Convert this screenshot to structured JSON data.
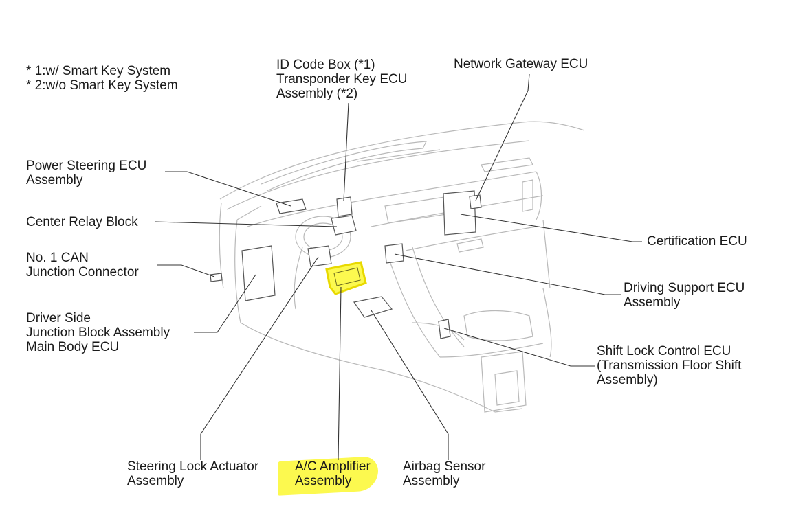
{
  "notes": {
    "line1": "* 1:w/ Smart Key System",
    "line2": "* 2:w/o Smart Key System"
  },
  "labels": {
    "id_code_box": [
      "ID Code Box (*1)",
      "Transponder Key ECU",
      "Assembly (*2)"
    ],
    "network_gateway": [
      "Network Gateway ECU"
    ],
    "power_steering": [
      "Power Steering ECU",
      "Assembly"
    ],
    "center_relay": [
      "Center Relay Block"
    ],
    "can_junction": [
      "No. 1 CAN",
      "Junction Connector"
    ],
    "driver_side_jb": [
      "Driver Side",
      "Junction Block Assembly",
      "Main Body ECU"
    ],
    "certification": [
      "Certification ECU"
    ],
    "driving_support": [
      "Driving Support ECU",
      "Assembly"
    ],
    "shift_lock": [
      "Shift Lock Control ECU",
      "(Transmission Floor Shift",
      "Assembly)"
    ],
    "steering_lock": [
      "Steering Lock Actuator",
      "Assembly"
    ],
    "ac_amplifier": [
      "A/C Amplifier",
      "Assembly"
    ],
    "airbag_sensor": [
      "Airbag Sensor",
      "Assembly"
    ]
  },
  "highlight": {
    "color": "#fcf94f",
    "target": "A/C Amplifier Assembly"
  }
}
